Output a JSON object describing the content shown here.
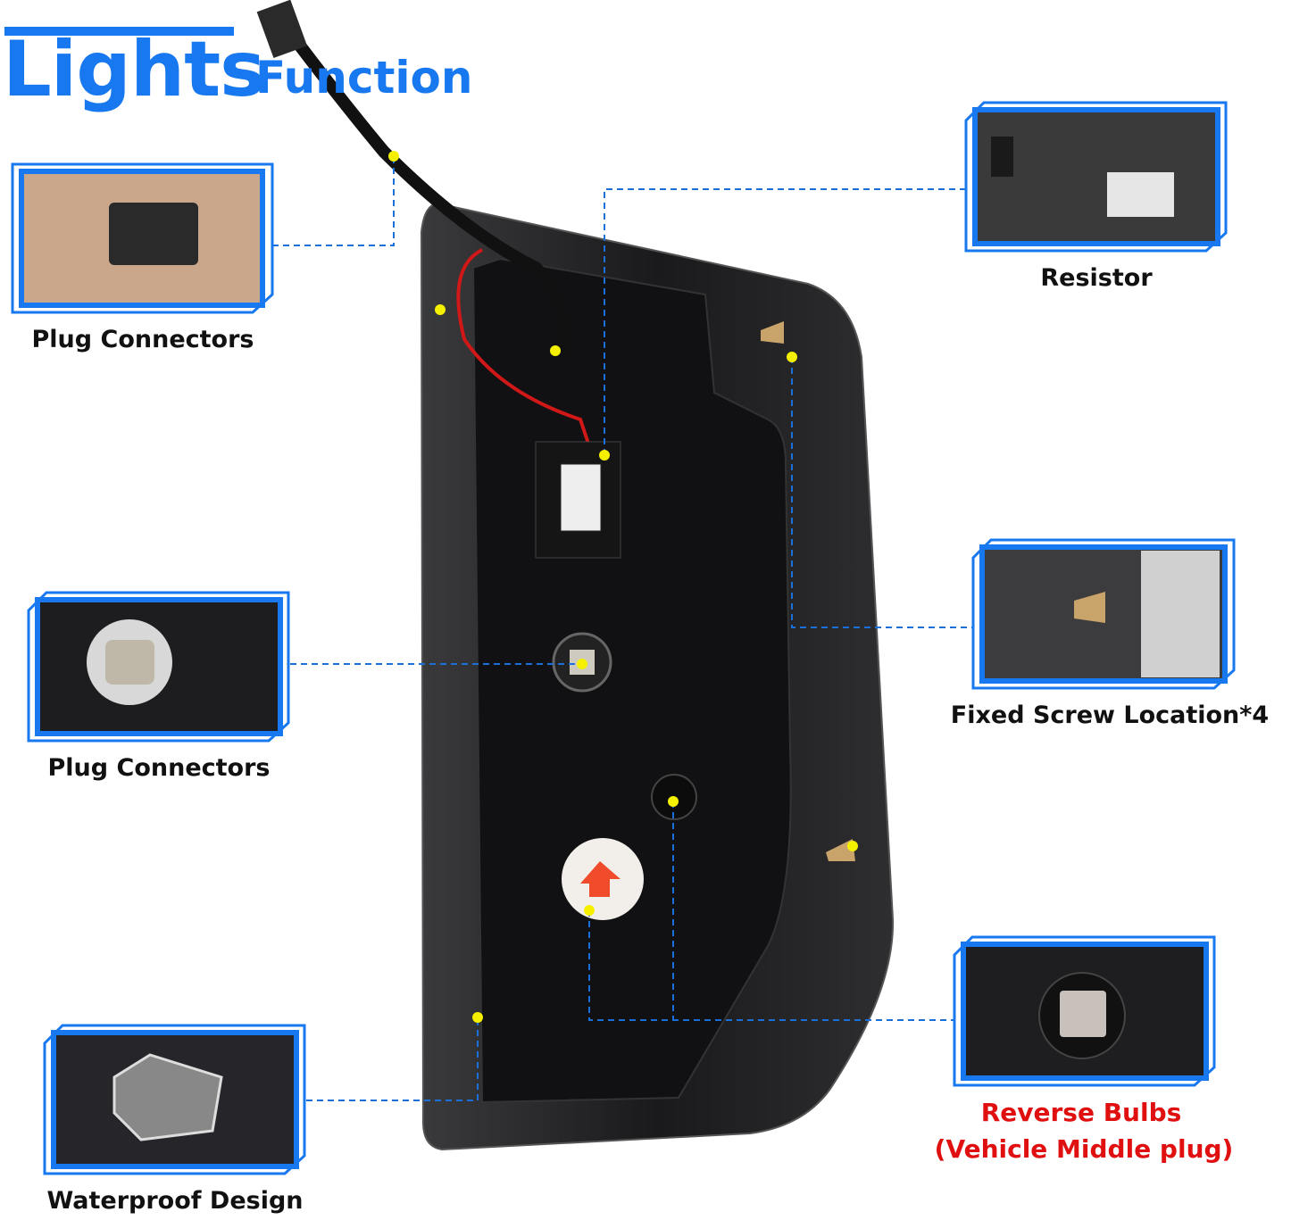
{
  "title": {
    "main": "Lights",
    "sub": "Function"
  },
  "callouts": [
    {
      "label": "Plug Connectors"
    },
    {
      "label": "Plug Connectors"
    },
    {
      "label": "Waterproof Design"
    },
    {
      "label": "Resistor"
    },
    {
      "label": "Fixed Screw Location*4"
    },
    {
      "label": "Reverse Bulbs",
      "sublabel": "(Vehicle Middle plug)"
    }
  ],
  "colors": {
    "accent": "#1878f0",
    "highlight": "#e01010",
    "marker": "#f5f000",
    "housing": "#1c1c1e"
  }
}
